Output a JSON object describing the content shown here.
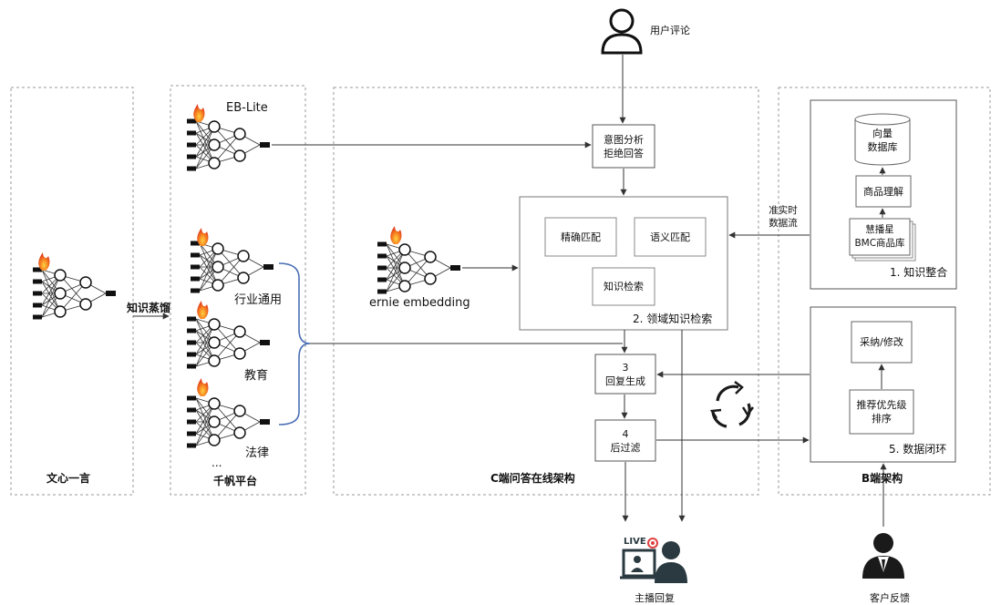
{
  "nodes": {
    "user_comment": "用户评论",
    "intent_line1": "意图分析",
    "intent_line2": "拒绝回答",
    "exact_match": "精确匹配",
    "semantic_match": "语义匹配",
    "knowledge_search": "知识检索",
    "domain_search": "2. 领域知识检索",
    "reply_num": "3",
    "reply_text": "回复生成",
    "filter_num": "4",
    "filter_text": "后过滤",
    "vector_line1": "向量",
    "vector_line2": "数据库",
    "product_understanding": "商品理解",
    "bmc_line1": "慧播星",
    "bmc_line2": "BMC商品库",
    "knowledge_integration": "1. 知识整合",
    "adopt_modify": "采纳/修改",
    "rank_line1": "推荐优先级",
    "rank_line2": "排序",
    "data_loop": "5. 数据闭环",
    "realtime_line1": "准实时",
    "realtime_line2": "数据流",
    "ernie_embedding": "ernie embedding",
    "eb_lite": "EB-Lite",
    "industry": "行业通用",
    "education": "教育",
    "law": "法律",
    "ellipsis": "...",
    "distill": "知识蒸馏",
    "host_reply": "主播回复",
    "customer_feedback": "客户反馈",
    "live_badge": "LIVE"
  },
  "sections": {
    "wenxin": "文心一言",
    "qianfan": "千帆平台",
    "c_arch": "C端问答在线架构",
    "b_arch": "B端架构"
  },
  "colors": {
    "line": "#333333",
    "dashed_border": "#999999",
    "brace": "#4a6fb5",
    "dark_icon": "#2a3a40",
    "live_red": "#e04040",
    "flame": "#f06020"
  }
}
